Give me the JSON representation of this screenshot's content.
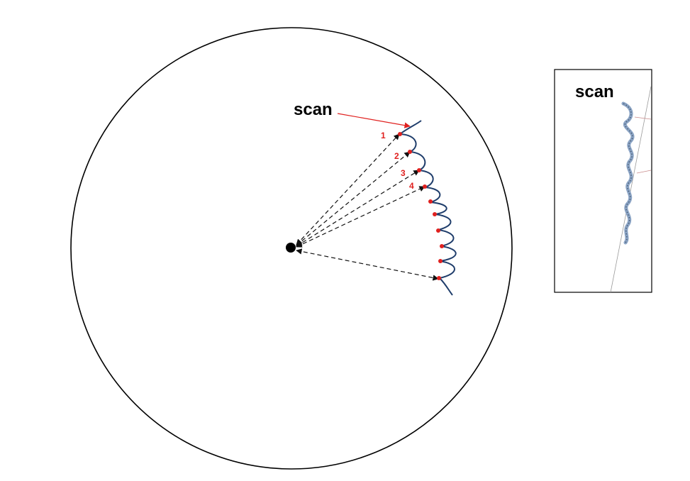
{
  "main_diagram": {
    "label": "scan",
    "point_numbers": [
      "1",
      "2",
      "3",
      "4"
    ]
  },
  "inset": {
    "label": "scan"
  },
  "colors": {
    "outline": "#000000",
    "accent": "#e0211f",
    "wave": "#1f3d6b",
    "inset_wave": "#8aa3c4",
    "dash": "#111111"
  }
}
